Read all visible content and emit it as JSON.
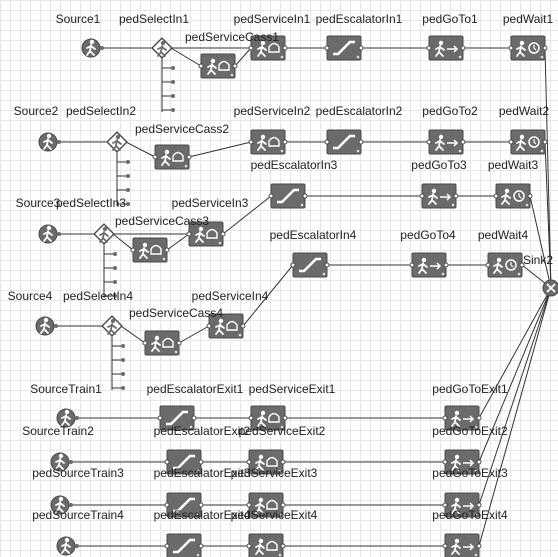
{
  "diagram": {
    "blocks": [
      {
        "id": "Source1",
        "kind": "source",
        "label": "Source1"
      },
      {
        "id": "pedSelectIn1",
        "kind": "select",
        "label": "pedSelectIn1"
      },
      {
        "id": "pedServiceIn1",
        "kind": "service",
        "label": "pedServiceIn1"
      },
      {
        "id": "pedServiceCass1",
        "kind": "service",
        "label": "pedServiceCass1"
      },
      {
        "id": "pedEscalatorIn1",
        "kind": "escalator",
        "label": "pedEscalatorIn1"
      },
      {
        "id": "pedGoTo1",
        "kind": "goto",
        "label": "pedGoTo1"
      },
      {
        "id": "pedWait1",
        "kind": "wait",
        "label": "pedWait1"
      },
      {
        "id": "Source2",
        "kind": "source",
        "label": "Source2"
      },
      {
        "id": "pedSelectIn2",
        "kind": "select",
        "label": "pedSelectIn2"
      },
      {
        "id": "pedServiceIn2",
        "kind": "service",
        "label": "pedServiceIn2"
      },
      {
        "id": "pedServiceCass2",
        "kind": "service",
        "label": "pedServiceCass2"
      },
      {
        "id": "pedEscalatorIn2",
        "kind": "escalator",
        "label": "pedEscalatorIn2"
      },
      {
        "id": "pedGoTo2",
        "kind": "goto",
        "label": "pedGoTo2"
      },
      {
        "id": "pedWait2",
        "kind": "wait",
        "label": "pedWait2"
      },
      {
        "id": "Source3",
        "kind": "source",
        "label": "Source3"
      },
      {
        "id": "pedSelectIn3",
        "kind": "select",
        "label": "pedSelectIn3"
      },
      {
        "id": "pedServiceIn3",
        "kind": "service",
        "label": "pedServiceIn3"
      },
      {
        "id": "pedServiceCass3",
        "kind": "service",
        "label": "pedServiceCass3"
      },
      {
        "id": "pedEscalatorIn3",
        "kind": "escalator",
        "label": "pedEscalatorIn3"
      },
      {
        "id": "pedGoTo3",
        "kind": "goto",
        "label": "pedGoTo3"
      },
      {
        "id": "pedWait3",
        "kind": "wait",
        "label": "pedWait3"
      },
      {
        "id": "Source4",
        "kind": "source",
        "label": "Source4"
      },
      {
        "id": "pedSelectIn4",
        "kind": "select",
        "label": "pedSelectIn4"
      },
      {
        "id": "pedServiceIn4",
        "kind": "service",
        "label": "pedServiceIn4"
      },
      {
        "id": "pedServiceCass4",
        "kind": "service",
        "label": "pedServiceCass4"
      },
      {
        "id": "pedEscalatorIn4",
        "kind": "escalator",
        "label": "pedEscalatorIn4"
      },
      {
        "id": "pedGoTo4",
        "kind": "goto",
        "label": "pedGoTo4"
      },
      {
        "id": "pedWait4",
        "kind": "wait",
        "label": "pedWait4"
      },
      {
        "id": "Sink2",
        "kind": "sink",
        "label": "Sink2"
      },
      {
        "id": "SourceTrain1",
        "kind": "source",
        "label": "SourceTrain1"
      },
      {
        "id": "pedEscalatorExit1",
        "kind": "escalator",
        "label": "pedEscalatorExit1"
      },
      {
        "id": "pedServiceExit1",
        "kind": "service",
        "label": "pedServiceExit1"
      },
      {
        "id": "pedGoToExit1",
        "kind": "goto",
        "label": "pedGoToExit1"
      },
      {
        "id": "SourceTrain2",
        "kind": "source",
        "label": "SourceTrain2"
      },
      {
        "id": "pedEscalatorExit2",
        "kind": "escalator",
        "label": "pedEscalatorExit2"
      },
      {
        "id": "pedServiceExit2",
        "kind": "service",
        "label": "pedServiceExit2"
      },
      {
        "id": "pedGoToExit2",
        "kind": "goto",
        "label": "pedGoToExit2"
      },
      {
        "id": "pedSourceTrain3",
        "kind": "source",
        "label": "pedSourceTrain3"
      },
      {
        "id": "pedEscalatorExit3",
        "kind": "escalator",
        "label": "pedEscalatorExit3"
      },
      {
        "id": "pedServiceExit3",
        "kind": "service",
        "label": "pedServiceExit3"
      },
      {
        "id": "pedGoToExit3",
        "kind": "goto",
        "label": "pedGoToExit3"
      },
      {
        "id": "pedSourceTrain4",
        "kind": "source",
        "label": "pedSourceTrain4"
      },
      {
        "id": "pedEscalatorExit4",
        "kind": "escalator",
        "label": "pedEscalatorExit4"
      },
      {
        "id": "pedServiceExit4",
        "kind": "service",
        "label": "pedServiceExit4"
      },
      {
        "id": "pedGoToExit4",
        "kind": "goto",
        "label": "pedGoToExit4"
      }
    ],
    "connections": [
      [
        "Source1",
        "pedSelectIn1"
      ],
      [
        "pedSelectIn1",
        "pedServiceIn1"
      ],
      [
        "pedSelectIn1",
        "pedServiceCass1"
      ],
      [
        "pedServiceCass1",
        "pedServiceIn1"
      ],
      [
        "pedServiceIn1",
        "pedEscalatorIn1"
      ],
      [
        "pedEscalatorIn1",
        "pedGoTo1"
      ],
      [
        "pedGoTo1",
        "pedWait1"
      ],
      [
        "pedWait1",
        "Sink2"
      ],
      [
        "Source2",
        "pedSelectIn2"
      ],
      [
        "pedSelectIn2",
        "pedServiceCass2"
      ],
      [
        "pedServiceCass2",
        "pedServiceIn2"
      ],
      [
        "pedServiceIn2",
        "pedEscalatorIn2"
      ],
      [
        "pedEscalatorIn2",
        "pedGoTo2"
      ],
      [
        "pedGoTo2",
        "pedWait2"
      ],
      [
        "pedWait2",
        "Sink2"
      ],
      [
        "Source3",
        "pedSelectIn3"
      ],
      [
        "pedSelectIn3",
        "pedServiceIn3"
      ],
      [
        "pedSelectIn3",
        "pedServiceCass3"
      ],
      [
        "pedServiceCass3",
        "pedServiceIn3"
      ],
      [
        "pedServiceIn3",
        "pedEscalatorIn3"
      ],
      [
        "pedEscalatorIn3",
        "pedGoTo3"
      ],
      [
        "pedGoTo3",
        "pedWait3"
      ],
      [
        "pedWait3",
        "Sink2"
      ],
      [
        "Source4",
        "pedSelectIn4"
      ],
      [
        "pedSelectIn4",
        "pedServiceCass4"
      ],
      [
        "pedServiceCass4",
        "pedServiceIn4"
      ],
      [
        "pedServiceIn4",
        "pedEscalatorIn4"
      ],
      [
        "pedEscalatorIn4",
        "pedGoTo4"
      ],
      [
        "pedGoTo4",
        "pedWait4"
      ],
      [
        "pedWait4",
        "Sink2"
      ],
      [
        "SourceTrain1",
        "pedEscalatorExit1"
      ],
      [
        "pedEscalatorExit1",
        "pedServiceExit1"
      ],
      [
        "pedServiceExit1",
        "pedGoToExit1"
      ],
      [
        "pedGoToExit1",
        "Sink2"
      ],
      [
        "SourceTrain2",
        "pedEscalatorExit2"
      ],
      [
        "pedEscalatorExit2",
        "pedServiceExit2"
      ],
      [
        "pedServiceExit2",
        "pedGoToExit2"
      ],
      [
        "pedGoToExit2",
        "Sink2"
      ],
      [
        "pedSourceTrain3",
        "pedEscalatorExit3"
      ],
      [
        "pedEscalatorExit3",
        "pedServiceExit3"
      ],
      [
        "pedServiceExit3",
        "pedGoToExit3"
      ],
      [
        "pedGoToExit3",
        "Sink2"
      ],
      [
        "pedSourceTrain4",
        "pedEscalatorExit4"
      ],
      [
        "pedEscalatorExit4",
        "pedServiceExit4"
      ],
      [
        "pedServiceExit4",
        "pedGoToExit4"
      ],
      [
        "pedGoToExit4",
        "Sink2"
      ]
    ]
  },
  "colors": {
    "block_fill": "#6b6b6b",
    "block_border": "#4a4a4a",
    "port_dot": "#6b6b6b",
    "line": "#333333",
    "icon": "#ffffff",
    "sink_fill": "#6b6b6b"
  }
}
